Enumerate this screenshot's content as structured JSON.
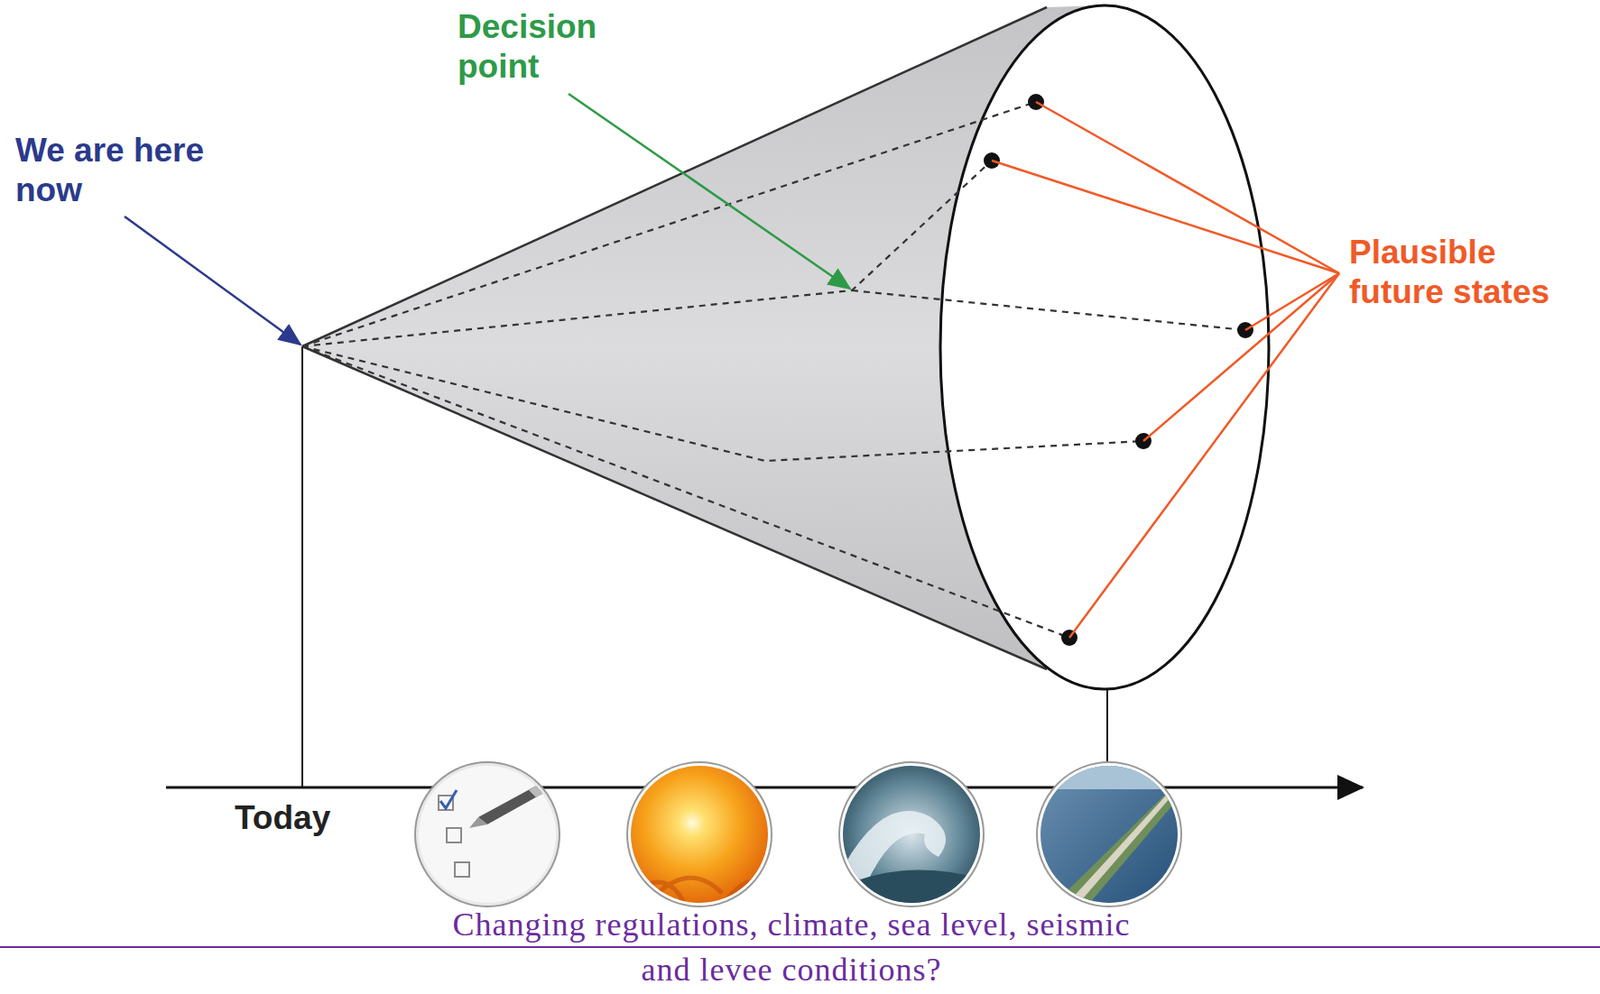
{
  "diagram": {
    "caption": "Changing regulations, climate, sea level, seismic and levee conditions?",
    "labels": [
      "We are here now",
      "Decision point",
      "Plausible future states",
      "Today"
    ]
  }
}
